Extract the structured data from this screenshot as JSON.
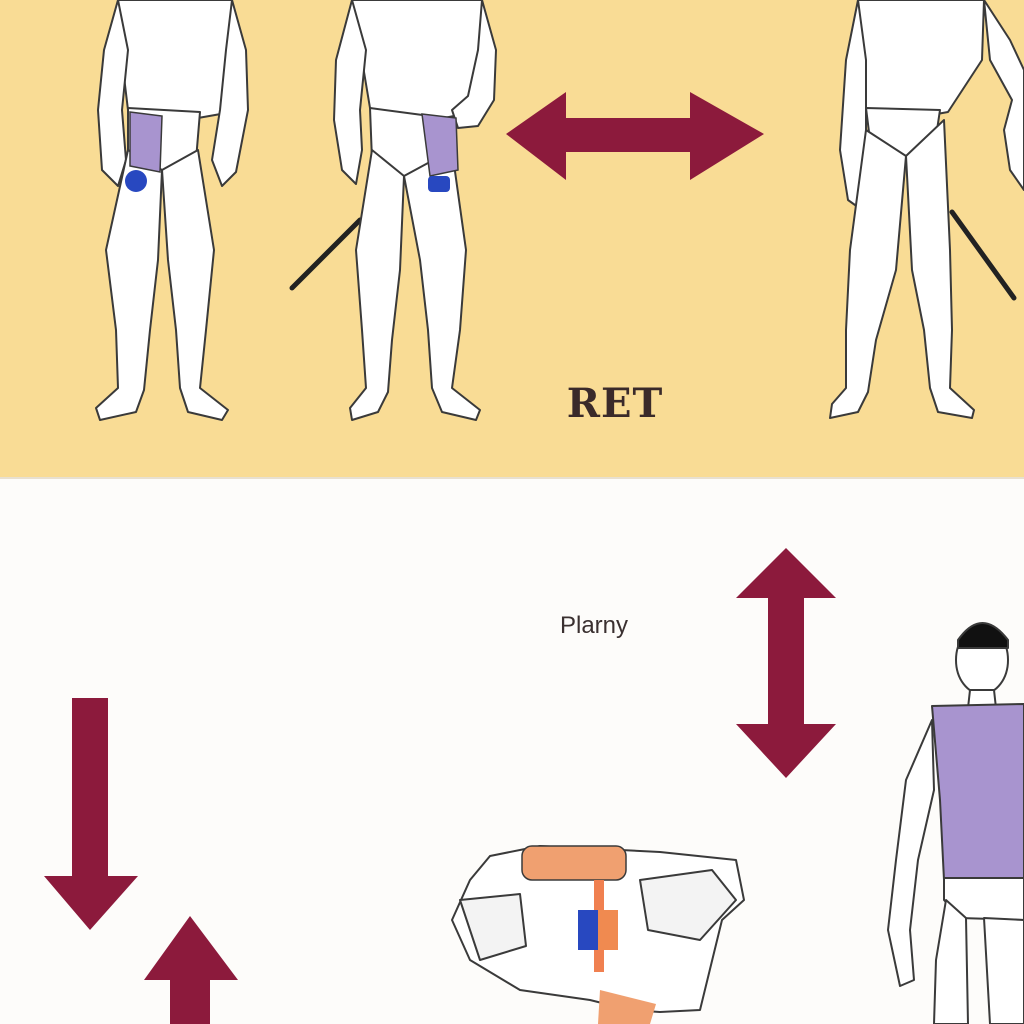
{
  "top_panel": {
    "background_color": "#f9dc95",
    "label": "RET",
    "figures": [
      "standing-man-front",
      "standing-man-holding-stick",
      "standing-man-right-cropped"
    ],
    "arrow_direction": "horizontal-both"
  },
  "bottom_panel": {
    "background_color": "#fdfcfa",
    "label": "Plarny",
    "arrows": [
      "vertical-both",
      "down",
      "up"
    ],
    "figures": [
      "folded-body-pose",
      "man-purple-shirt"
    ]
  },
  "colors": {
    "arrow": "#8c1a3c",
    "skin": "#ffffff",
    "outline": "#3a3a3a",
    "garment_purple": "#a894cf",
    "accent_blue": "#2848c0",
    "accent_orange": "#f0a070"
  }
}
